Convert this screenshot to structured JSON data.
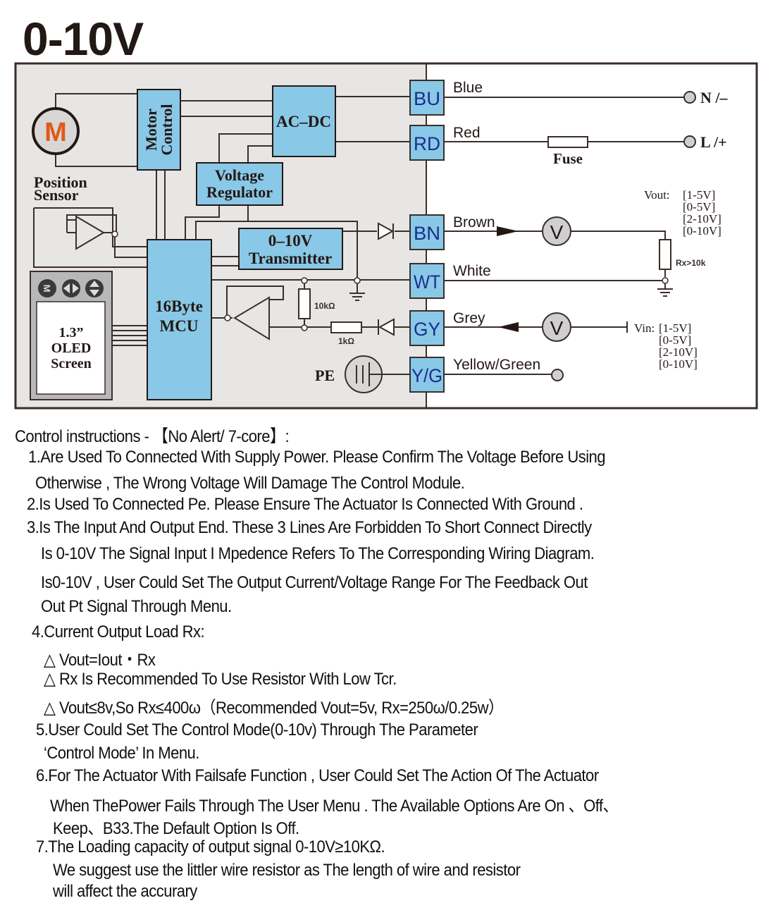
{
  "title": "0-10V",
  "diagram": {
    "blocks": {
      "motor_control": "Motor Control",
      "motor_control_l1": "Motor",
      "motor_control_l2": "Control",
      "ac_dc": "AC–DC",
      "voltage_regulator_l1": "Voltage",
      "voltage_regulator_l2": "Regulator",
      "transmitter_l1": "0–10V",
      "transmitter_l2": "Transmitter",
      "mcu_l1": "16Byte",
      "mcu_l2": "MCU",
      "oled_l1": "1.3”",
      "oled_l2": "OLED",
      "oled_l3": "Screen",
      "position_sensor_l1": "Position",
      "position_sensor_l2": "Sensor",
      "motor_symbol": "M",
      "pe": "PE"
    },
    "components": {
      "r10k": "10kΩ",
      "r1k": "1kΩ",
      "fuse": "Fuse",
      "rx": "Rx>10k",
      "voltmeter": "V"
    },
    "terminals": [
      {
        "code": "BU",
        "wire": "Blue"
      },
      {
        "code": "RD",
        "wire": "Red"
      },
      {
        "code": "BN",
        "wire": "Brown"
      },
      {
        "code": "WT",
        "wire": "White"
      },
      {
        "code": "GY",
        "wire": "Grey"
      },
      {
        "code": "Y/G",
        "wire": "Yellow/Green"
      }
    ],
    "supply": {
      "n": "N /–",
      "l": "L /+"
    },
    "vout": {
      "label": "Vout:",
      "ranges": [
        "[1-5V]",
        "[0-5V]",
        "[2-10V]",
        "[0-10V]"
      ]
    },
    "vin": {
      "label": "Vin:",
      "ranges": [
        "[1-5V]",
        "[0-5V]",
        "[2-10V]",
        "[0-10V]"
      ]
    },
    "colors": {
      "block_fill": "#89c8e6",
      "panel_bg": "#e7e6e5",
      "line": "#3a2e2a",
      "motor_orange": "#e05a1a",
      "terminal_text": "#1a2d8f"
    }
  },
  "instructions": {
    "heading": "Control instructions - 【No Alert/ 7-core】:",
    "lines": [
      "1.Are Used To Connected With Supply Power. Please Confirm The Voltage Before Using",
      "Otherwise , The Wrong Voltage Will Damage The Control Module.",
      "2.Is Used To Connected Pe. Please Ensure The Actuator Is Connected With Ground .",
      "3.Is The Input And Output End. These 3 Lines Are Forbidden To Short Connect Directly",
      "Is 0-10V The Signal Input I Mpedence Refers To The Corresponding Wiring Diagram.",
      "Is0-10V , User Could Set The Output Current/Voltage Range For The Feedback Out",
      "Out Pt Signal Through Menu.",
      "4.Current Output Load Rx:",
      "△ Vout=Iout・Rx",
      "△ Rx Is Recommended To Use Resistor With Low Tcr.",
      "△ Vout≤8v,So Rx≤400ω（Recommended Vout=5v,  Rx=250ω/0.25w）",
      "5.User Could Set The Control Mode(0-10v) Through The Parameter",
      "‘Control Mode’ In Menu.",
      "6.For The Actuator With Failsafe Function , User Could Set The Action Of The Actuator",
      "When ThePower Fails Through The User Menu . The Available Options Are On 、Off、",
      "Keep、B33.The Default Option Is Off.",
      "7.The Loading capacity of output signal 0-10V≥10KΩ.",
      "We suggest use the littler wire resistor as The length of wire and resistor",
      "will affect the accurary"
    ]
  }
}
